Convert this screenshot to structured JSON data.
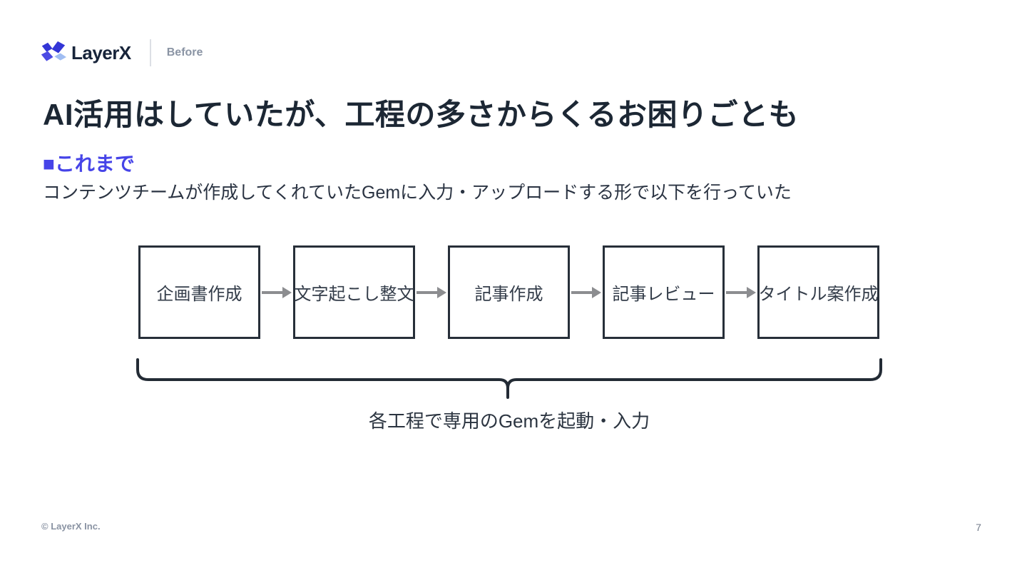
{
  "slide": {
    "header": {
      "brand": "LayerX",
      "tag": "Before"
    },
    "title": "AI活用はしていたが、工程の多さからくるお困りごとも",
    "section_heading": "■これまで",
    "body_text": "コンテンツチームが作成してくれていたGemに入力・アップロードする形で以下を行っていた",
    "flow": {
      "steps": [
        "企画書作成",
        "文字起こし整文",
        "記事作成",
        "記事レビュー",
        "タイトル案作成"
      ],
      "caption": "各工程で専用のGemを起動・入力"
    },
    "footer": {
      "copyright": "© LayerX Inc.",
      "page_number": "7"
    },
    "colors": {
      "accent_blue": "#4644e8",
      "title_text": "#1c2734",
      "box_border": "#272f39",
      "arrow_gray": "#8c8d90",
      "logo_dark_blue": "#3335d6",
      "logo_mid_blue": "#4d4be4",
      "logo_light_blue": "#a0bdf2"
    }
  }
}
